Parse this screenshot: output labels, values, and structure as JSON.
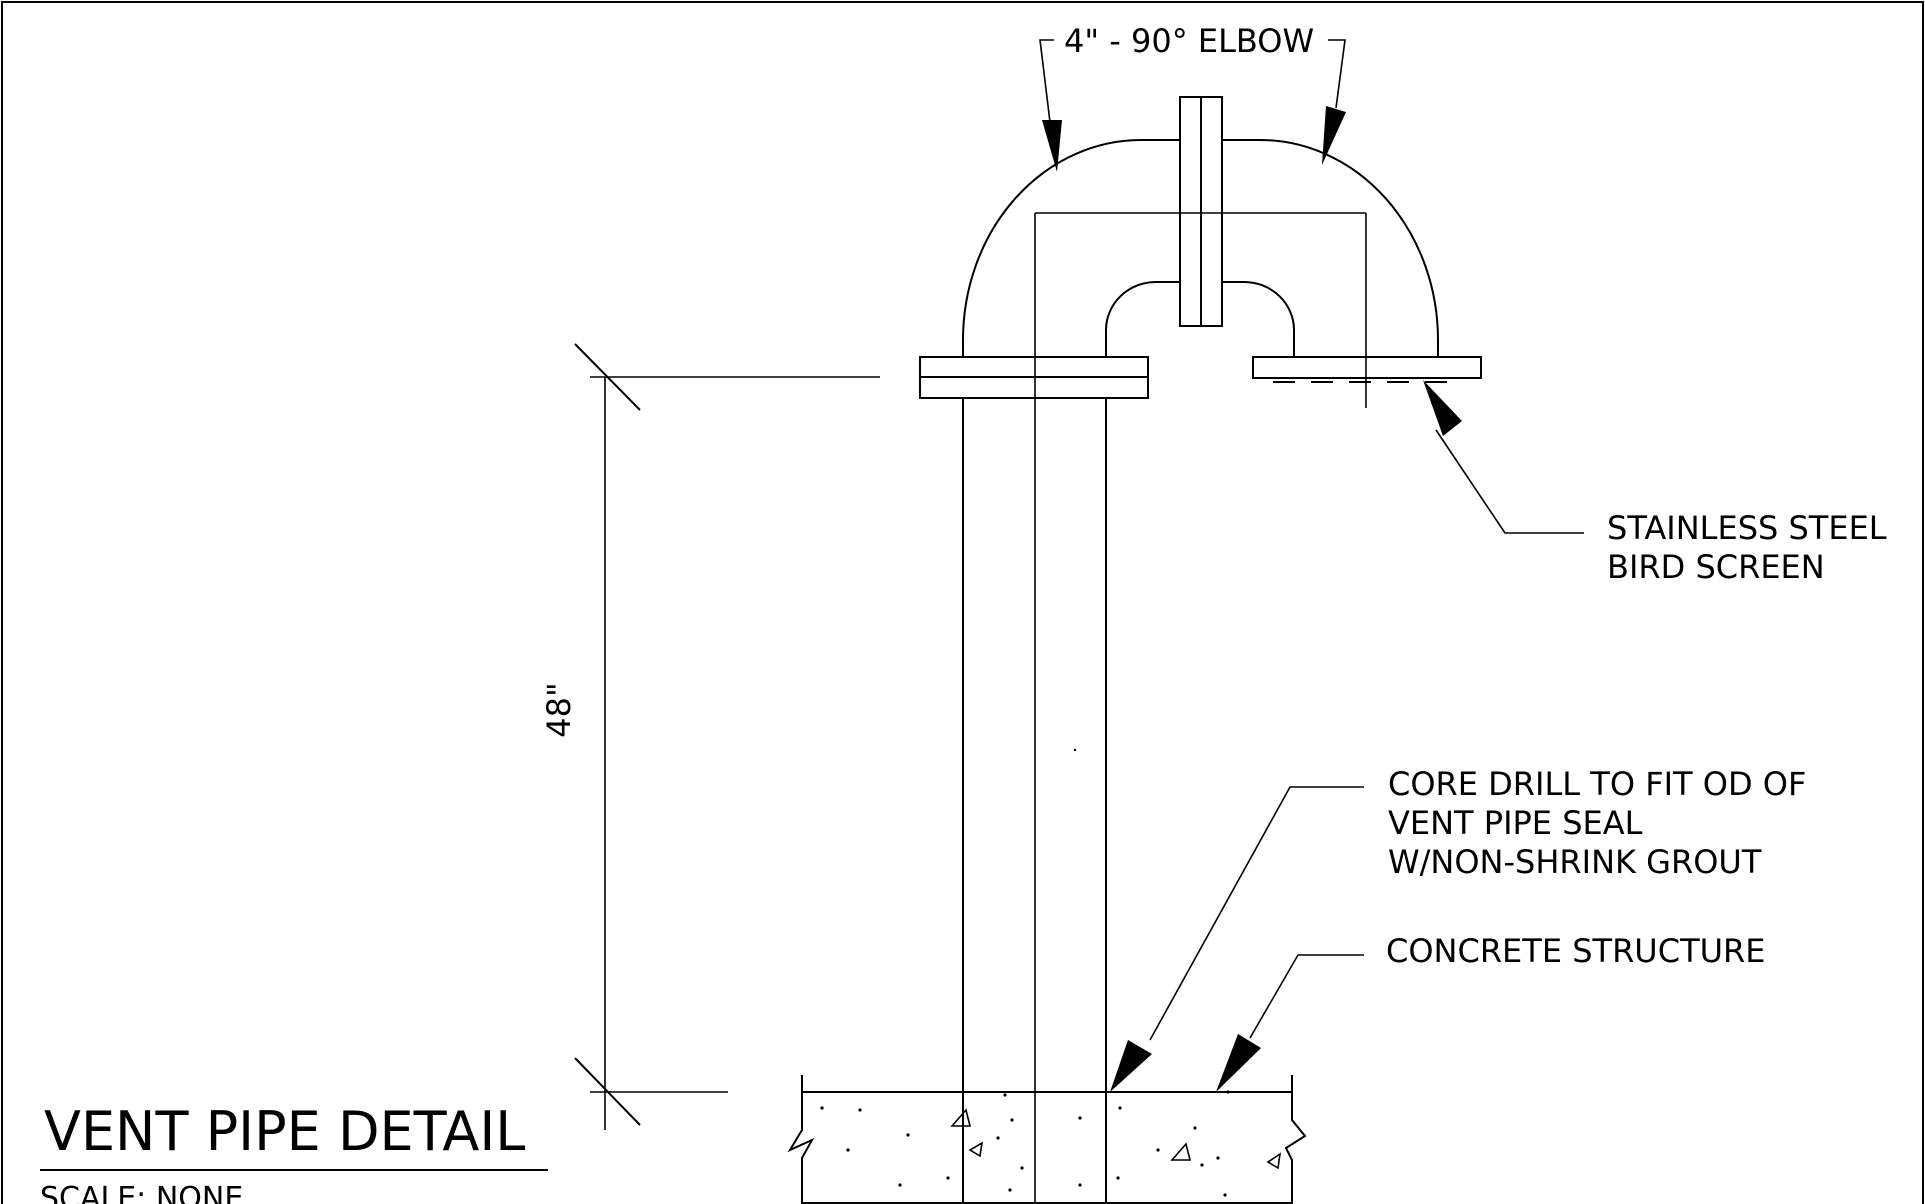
{
  "labels": {
    "elbow": "4\" - 90° ELBOW",
    "bird_screen_line1": "STAINLESS STEEL",
    "bird_screen_line2": "BIRD SCREEN",
    "core_drill_line1": "CORE DRILL TO FIT OD OF",
    "core_drill_line2": "VENT PIPE SEAL",
    "core_drill_line3": "W/NON-SHRINK GROUT",
    "concrete": "CONCRETE STRUCTURE",
    "dimension": "48\""
  },
  "title_block": {
    "title": "VENT PIPE DETAIL",
    "scale": "SCALE: NONE"
  }
}
